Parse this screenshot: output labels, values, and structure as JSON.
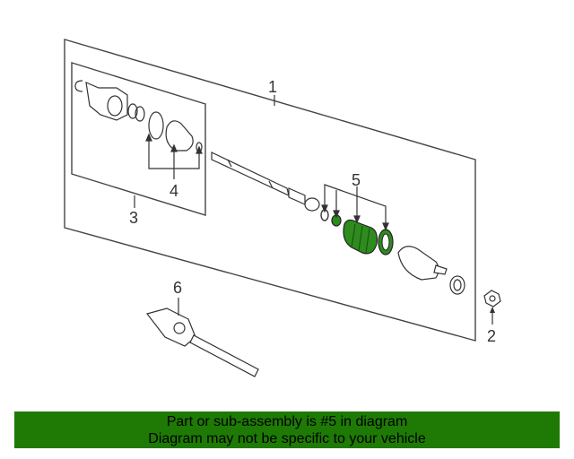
{
  "diagram": {
    "callouts": {
      "c1": "1",
      "c2": "2",
      "c3": "3",
      "c4": "4",
      "c5": "5",
      "c6": "6"
    },
    "colors": {
      "line": "#333333",
      "highlight": "#2e8b1e",
      "panel_fill": "#ffffff"
    }
  },
  "banner": {
    "line1": "Part or sub-assembly is #5 in diagram",
    "line2": "Diagram may not be specific to your vehicle",
    "color": "#1e7a05"
  }
}
